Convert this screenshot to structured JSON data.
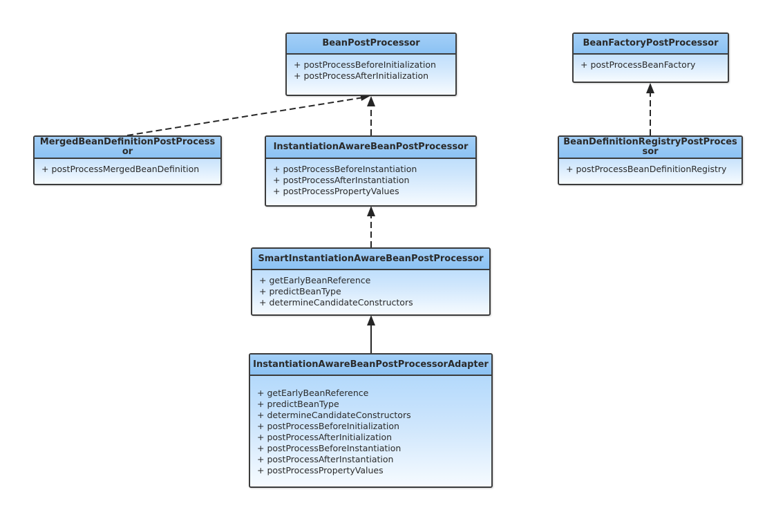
{
  "diagram": {
    "classes": [
      {
        "id": "bpp",
        "name": "BeanPostProcessor",
        "methods": [
          "+ postProcessBeforeInitialization",
          "+ postProcessAfterInitialization"
        ]
      },
      {
        "id": "bfpp",
        "name": "BeanFactoryPostProcessor",
        "methods": [
          "+ postProcessBeanFactory"
        ]
      },
      {
        "id": "mbdpp",
        "name": "MergedBeanDefinitionPostProcessor",
        "methods": [
          "+ postProcessMergedBeanDefinition"
        ]
      },
      {
        "id": "iabpp",
        "name": "InstantiationAwareBeanPostProcessor",
        "methods": [
          "+ postProcessBeforeInstantiation",
          "+ postProcessAfterInstantiation",
          "+ postProcessPropertyValues"
        ]
      },
      {
        "id": "bdrpp",
        "name": "BeanDefinitionRegistryPostProcessor",
        "methods": [
          "+ postProcessBeanDefinitionRegistry"
        ]
      },
      {
        "id": "siabpp",
        "name": "SmartInstantiationAwareBeanPostProcessor",
        "methods": [
          "+ getEarlyBeanReference",
          "+ predictBeanType",
          "+ determineCandidateConstructors"
        ]
      },
      {
        "id": "iabppa",
        "name": "InstantiationAwareBeanPostProcessorAdapter",
        "methods": [
          "+ getEarlyBeanReference",
          "+ predictBeanType",
          "+ determineCandidateConstructors",
          "+ postProcessBeforeInitialization",
          "+ postProcessAfterInitialization",
          "+ postProcessBeforeInstantiation",
          "+ postProcessAfterInstantiation",
          "+ postProcessPropertyValues"
        ]
      }
    ],
    "relations": [
      {
        "from": "mbdpp",
        "to": "bpp",
        "kind": "realization"
      },
      {
        "from": "iabpp",
        "to": "bpp",
        "kind": "realization"
      },
      {
        "from": "bdrpp",
        "to": "bfpp",
        "kind": "realization"
      },
      {
        "from": "siabpp",
        "to": "iabpp",
        "kind": "realization"
      },
      {
        "from": "iabppa",
        "to": "siabpp",
        "kind": "generalization"
      }
    ]
  }
}
